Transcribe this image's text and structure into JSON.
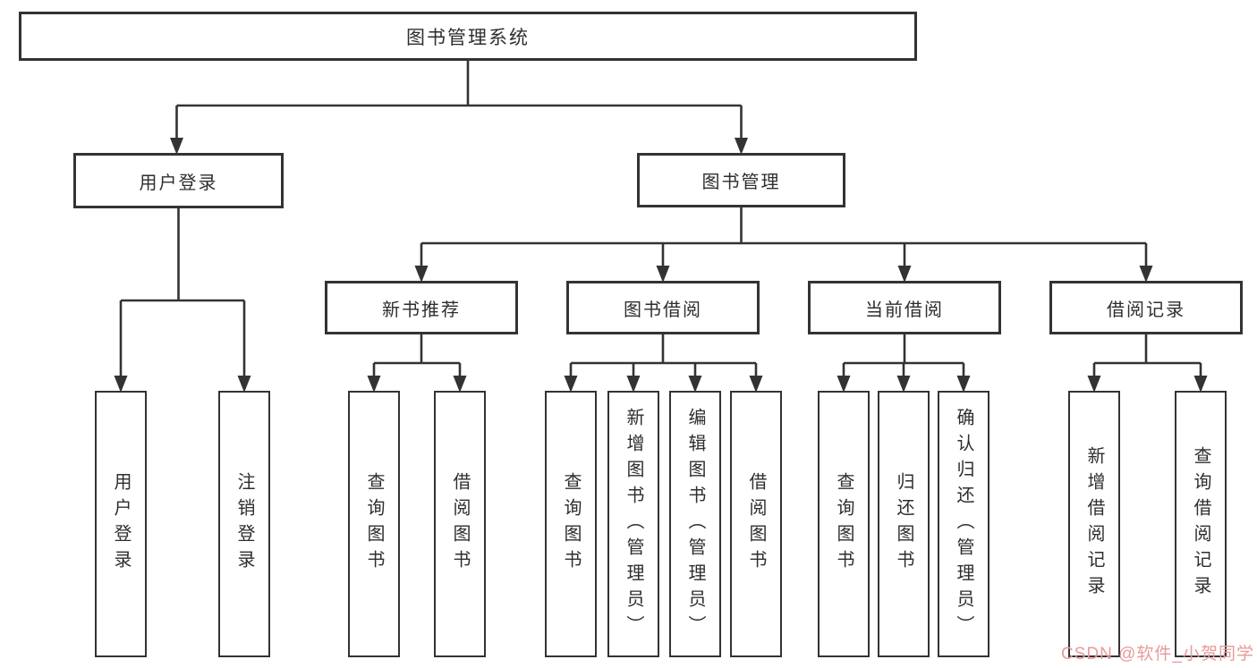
{
  "colors": {
    "line": "#333333",
    "watermark": "#e89a9a"
  },
  "watermark": {
    "text": "CSDN @软件_小贺同学"
  },
  "tree": {
    "label": "图书管理系统",
    "children": [
      {
        "label": "用户登录",
        "children": [
          {
            "label": "用户登录"
          },
          {
            "label": "注销登录"
          }
        ]
      },
      {
        "label": "图书管理",
        "children": [
          {
            "label": "新书推荐",
            "children": [
              {
                "label": "查询图书"
              },
              {
                "label": "借阅图书"
              }
            ]
          },
          {
            "label": "图书借阅",
            "children": [
              {
                "label": "查询图书"
              },
              {
                "label": "新增图书（管理员）"
              },
              {
                "label": "编辑图书（管理员）"
              },
              {
                "label": "借阅图书"
              }
            ]
          },
          {
            "label": "当前借阅",
            "children": [
              {
                "label": "查询图书"
              },
              {
                "label": "归还图书"
              },
              {
                "label": "确认归还（管理员）"
              }
            ]
          },
          {
            "label": "借阅记录",
            "children": [
              {
                "label": "新增借阅记录"
              },
              {
                "label": "查询借阅记录"
              }
            ]
          }
        ]
      }
    ]
  }
}
